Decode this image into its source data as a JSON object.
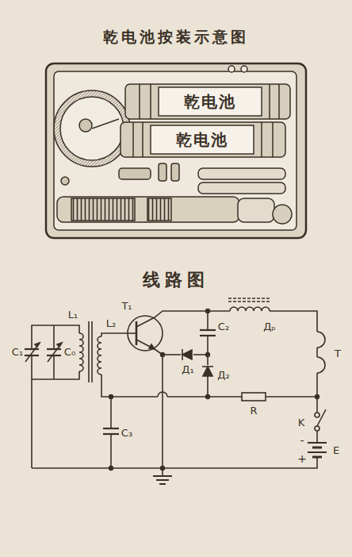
{
  "diagram": {
    "title": "乾电池按装示意图",
    "labels": [
      "线路图",
      "乾电池",
      "乾电池",
      "C₁",
      "C₀",
      "L₁",
      "L₂",
      "T₁",
      "C₂",
      "Дₚ",
      "Д₁",
      "Д₂",
      "T",
      "R",
      "K",
      "E",
      "C₃",
      "-",
      "+"
    ]
  }
}
